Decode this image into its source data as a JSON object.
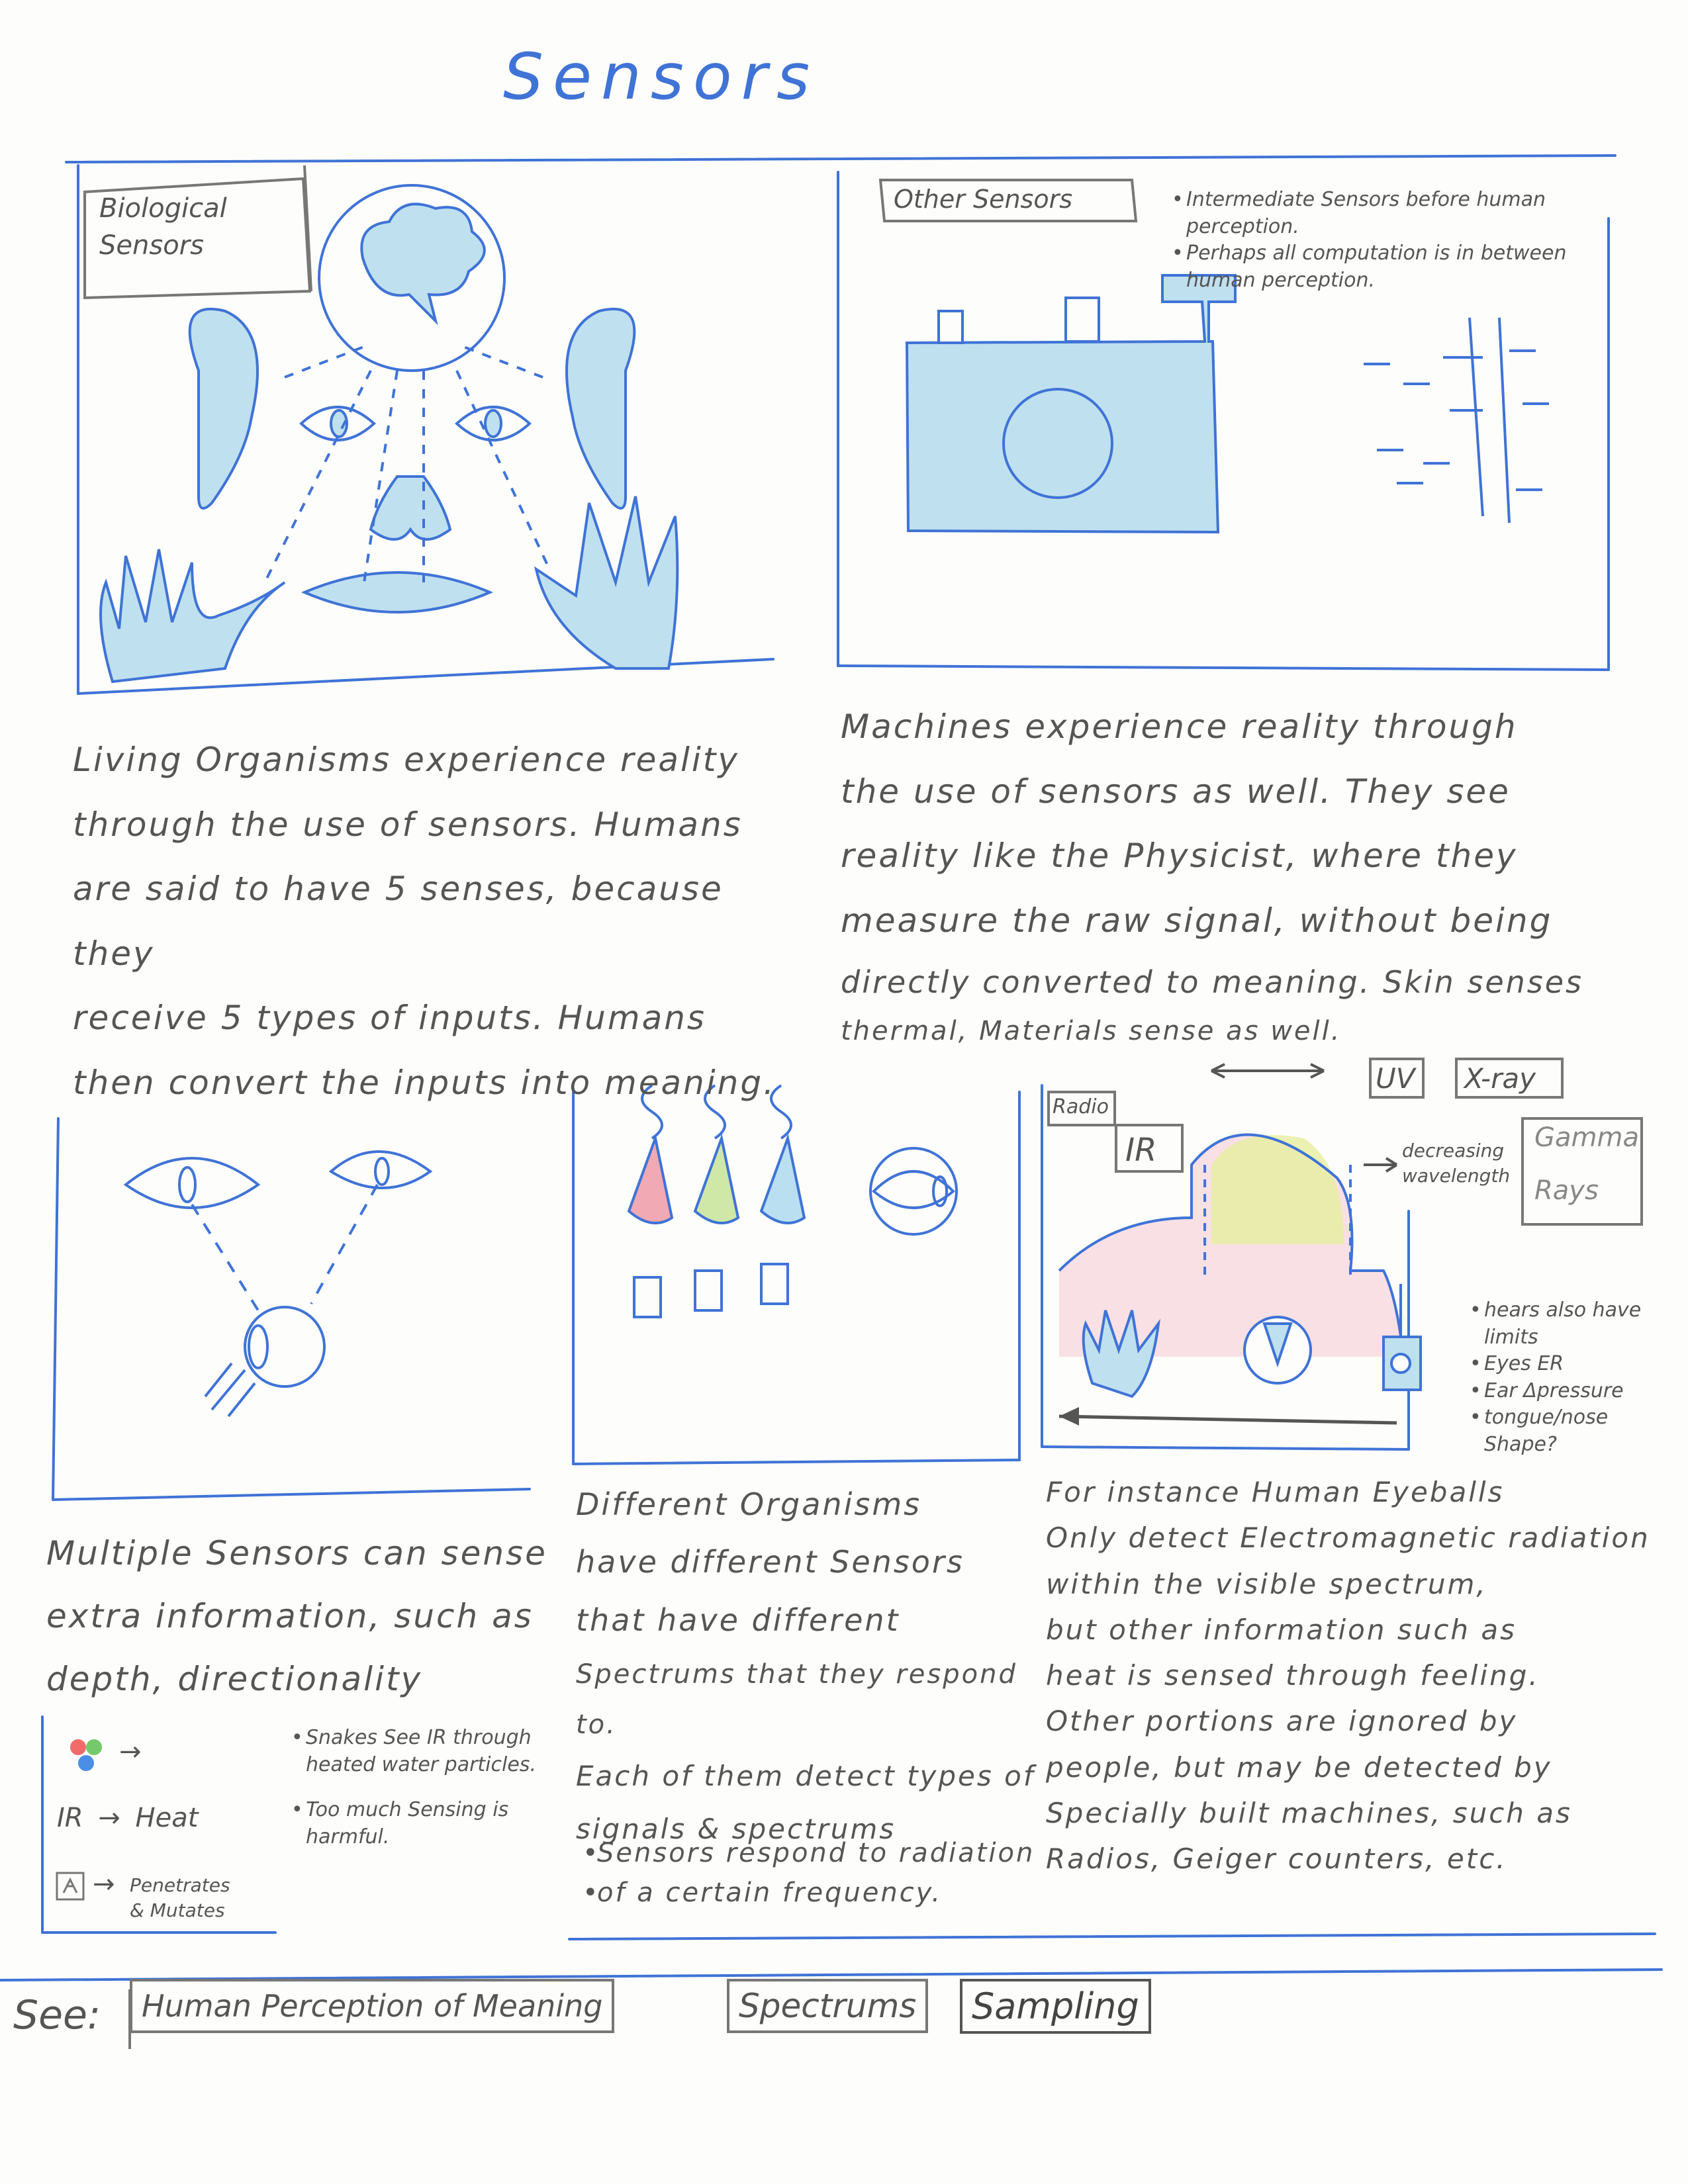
{
  "page": {
    "title": "Sensors"
  },
  "panels": {
    "biological": {
      "label_line1": "Biological",
      "label_line2": "Sensors"
    },
    "other": {
      "label": "Other Sensors",
      "notes": [
        "Intermediate Sensors before human perception.",
        "Perhaps all computation is in between human perception."
      ]
    },
    "spectrum": {
      "tags": {
        "radio": "Radio",
        "ir": "IR",
        "uv": "UV",
        "xray": "X-ray",
        "gamma_line1": "Gamma",
        "gamma_line2": "Rays",
        "wavelength_line1": "decreasing",
        "wavelength_line2": "wavelength"
      },
      "notes": [
        "hears also have limits",
        "Eyes ER",
        "Ear Δpressure",
        "tongue/nose Shape?"
      ]
    }
  },
  "paragraphs": {
    "living": [
      "Living Organisms experience reality",
      "through the use of sensors. Humans",
      "are said to have 5 senses, because they",
      "receive 5 types of inputs. Humans",
      "then convert the inputs into meaning."
    ],
    "machines": [
      "Machines experience reality through",
      "the use of sensors as well. They see",
      "reality like the Physicist, where they",
      "measure the raw signal, without being",
      "directly converted to meaning. Skin senses",
      "thermal, Materials sense as well."
    ],
    "multiple": [
      "Multiple Sensors can sense",
      "extra information, such as",
      "depth, directionality"
    ],
    "different": [
      "Different Organisms",
      "have different Sensors",
      "that have different",
      "Spectrums that they respond to.",
      "Each of them detect types of",
      "signals & spectrums"
    ],
    "different_bullet": [
      "Sensors respond to radiation",
      "of a certain frequency."
    ],
    "instance": [
      "For instance Human Eyeballs",
      "Only detect Electromagnetic radiation",
      "within the visible spectrum,",
      "but other information such as",
      "heat is sensed through feeling.",
      "Other portions are ignored by",
      "people, but may be detected by",
      "Specially built machines, such as",
      "Radios, Geiger counters, etc."
    ]
  },
  "legend": {
    "ir_label": "IR",
    "ir_arrow": "→",
    "ir_result": "Heat",
    "radiation_result_line1": "Penetrates",
    "radiation_result_line2": "& Mutates",
    "color_arrow": "→",
    "radiation_arrow": "→",
    "notes": [
      "Snakes See IR through heated water particles.",
      "Too much Sensing is harmful."
    ]
  },
  "see_also": {
    "label": "See:",
    "links": [
      "Human Perception of Meaning",
      "Spectrums",
      "Sampling"
    ]
  },
  "colors": {
    "ink_blue": "#3f73d6",
    "fill_blue": "#bfe0ef",
    "pencil_gray": "#555555"
  }
}
